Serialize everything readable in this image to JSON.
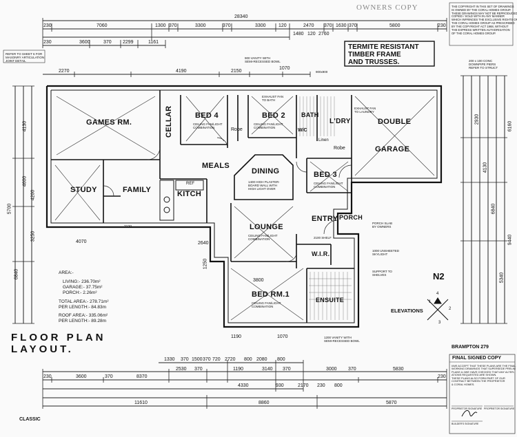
{
  "watermark": "OWNERS COPY",
  "copyright_note": "THE COPYRIGHT IN THIS SET OF DRAWINGS\nIS OWNED BY THE CORAL HOMES GROUP.\nTHESE DRAWINGS MAY NOT BE REPRODUCED,\nCOPIED / SOLD WITH IN ANY MANNER\nWHICH INFRINGES THE EXCLUSIVE RIGHTS OF\nTHE CORAL HOMES GROUP AS PRESCRIBED\nBY THE COPYRIGHT ACT 1968, WITHOUT\nTHE EXPRESS WRITTEN AUTHORISATION\nOF THE CORAL HOMES GROUP.",
  "termite_note": [
    "TERMITE RESISTANT",
    "TIMBER FRAME",
    "AND TRUSSES."
  ],
  "rooms": {
    "games": "GAMES RM.",
    "cellar": "CELLAR",
    "bed4": "BED 4",
    "bed2": "BED 2",
    "bath": "BATH",
    "ldry": "L'DRY",
    "double": "DOUBLE",
    "garage": "GARAGE",
    "meals": "MEALS",
    "dining": "DINING",
    "bed3": "BED 3",
    "study": "STUDY",
    "family": "FAMILY",
    "kitch": "KITCH",
    "lounge": "LOUNGE",
    "entry": "ENTRY",
    "porch": "PORCH",
    "wir": "W.I.R.",
    "bedrm1": "BED RM.1",
    "ensuite": "ENSUITE",
    "wc": "W/C",
    "robe": "Robe",
    "linen": "Linen",
    "ref": "REF"
  },
  "notes": {
    "ceiling": "CEILING FAN/LIGHT\nCOMBINATION",
    "exhaust_bath": "EXHAUST FAN\nTO BATH",
    "exhaust_laundry": "EXHAUST FAN\nTO LAUNDRY",
    "vanity_top": "900 VANITY WITH\nSEMI-RECESSED BOWL",
    "vanity_bottom": "1200 VANITY WITH\nSEMI-RECESSED BOWL",
    "ceiling_dining": "1400 HIGH PLASTER-\nBOARD WALL WITH\nHIGH LIGHT OVER",
    "porch_slab": "PORCH SLAB\nBY OWNERS",
    "skylight": "1000 UNSHEETED\nSKYLIGHT",
    "support": "SUPPORT TO\nSHELVES",
    "refer_sheet": "REFER TO SHEET 6 FOR\nMASONRY ARTICULATION\nJOINT DETAIL",
    "slab": "200 x 100 CONC\nDOWNPIPE PIERS\nREFER TO STRUCT",
    "shelf": "2100 SHELF"
  },
  "area": {
    "heading": "AREA:-",
    "lines": [
      "LIVING:- 236.70m²",
      "GARAGE:- 37.75m²",
      "PORCH:- 2.26m²",
      "TOTAL AREA:- 278.71m²",
      "PER LENGTH:- 84.83m",
      "ROOF AREA:- 335.06m²",
      "PER LENGTH:- 89.28m"
    ]
  },
  "title": {
    "line1": "FLOOR PLAN",
    "line2": "LAYOUT."
  },
  "north": "N2",
  "elevations": "ELEVATIONS",
  "elev_numbers": [
    "1",
    "2",
    "3",
    "4"
  ],
  "model": "BRAMPTON 279",
  "final_signed": "FINAL SIGNED COPY",
  "final_text": "I/WE ACCEPT THAT THESE PLANS ARE THE FINAL\nWORKING DRAWINGS THAT SUPERSEDE PRELIM\nPLANS & I/WE HAVE CHECKED THAT ANY ALTER-\nATIONS REQUESTED ARE SHOWN.\nTHESE PLANS ALSO FORM PART OF OUR\nCONTRACT BETWEEN THE PROPRIETOR\n& CORAL HOMES.",
  "sign_labels": [
    "PROPRIETOR SIGNATURE",
    "PROPRIETOR SIGNATURE",
    "BUILDER'S SIGNATURE"
  ],
  "range": "CLASSIC",
  "dims": {
    "top_overall": "28340",
    "top_row1": [
      "230",
      "7060",
      "1300",
      "370",
      "3300",
      "370",
      "3300",
      "120",
      "2470",
      "370",
      "1630",
      "370",
      "5800",
      "230"
    ],
    "top_row2": [
      "230",
      "3600",
      "370",
      "2299",
      "1161"
    ],
    "top_row3": [
      "1480",
      "120",
      "2760"
    ],
    "top_row4": [
      "2270",
      "4190",
      "2150",
      "1070",
      "900x900"
    ],
    "bottom_overall_1": "11610",
    "bottom_overall_2": "8860",
    "bottom_overall_3": "5870",
    "bottom_row1": [
      "1330",
      "370",
      "1500",
      "370",
      "720",
      "2720",
      "800",
      "2080",
      "800"
    ],
    "bottom_row2": [
      "230",
      "3600",
      "370",
      "8370",
      "2530",
      "370",
      "1190",
      "3140",
      "370",
      "3000",
      "370",
      "5830",
      "230"
    ],
    "bottom_row3": [
      "4330",
      "930",
      "2170",
      "230",
      "800"
    ],
    "side_left": [
      "5700",
      "6840",
      "4600",
      "4130",
      "3250",
      "4200"
    ],
    "side_right": [
      "6160",
      "9440",
      "5340",
      "6840",
      "4130",
      "2930"
    ],
    "inner": [
      "4070",
      "2640",
      "1250",
      "3800",
      "1190",
      "1070",
      "2120"
    ]
  }
}
